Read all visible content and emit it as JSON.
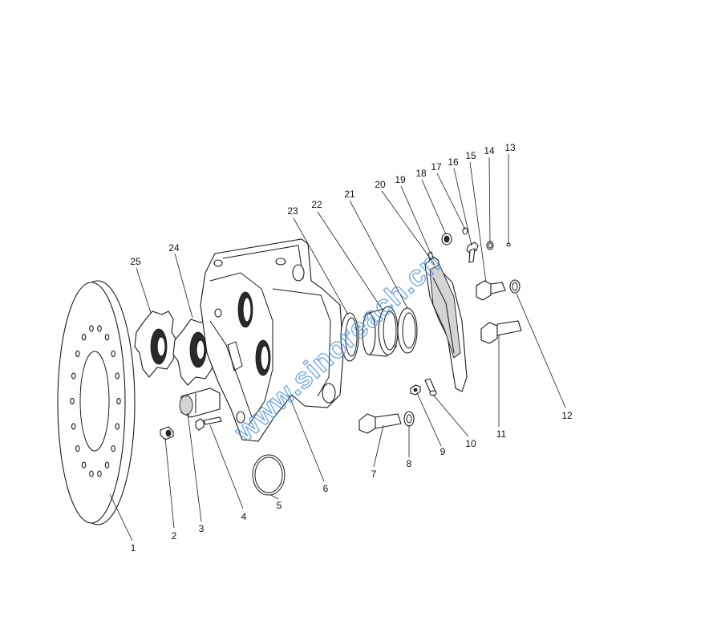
{
  "diagram": {
    "watermark": "www.sinoreach.cn",
    "callouts": [
      "1",
      "2",
      "3",
      "4",
      "5",
      "6",
      "7",
      "8",
      "9",
      "10",
      "11",
      "12",
      "13",
      "14",
      "15",
      "16",
      "17",
      "18",
      "19",
      "20",
      "21",
      "22",
      "23",
      "24",
      "25"
    ]
  },
  "colors": {
    "line": "#1a1a1a",
    "watermark": "#4a8fd8",
    "background": "#ffffff"
  }
}
